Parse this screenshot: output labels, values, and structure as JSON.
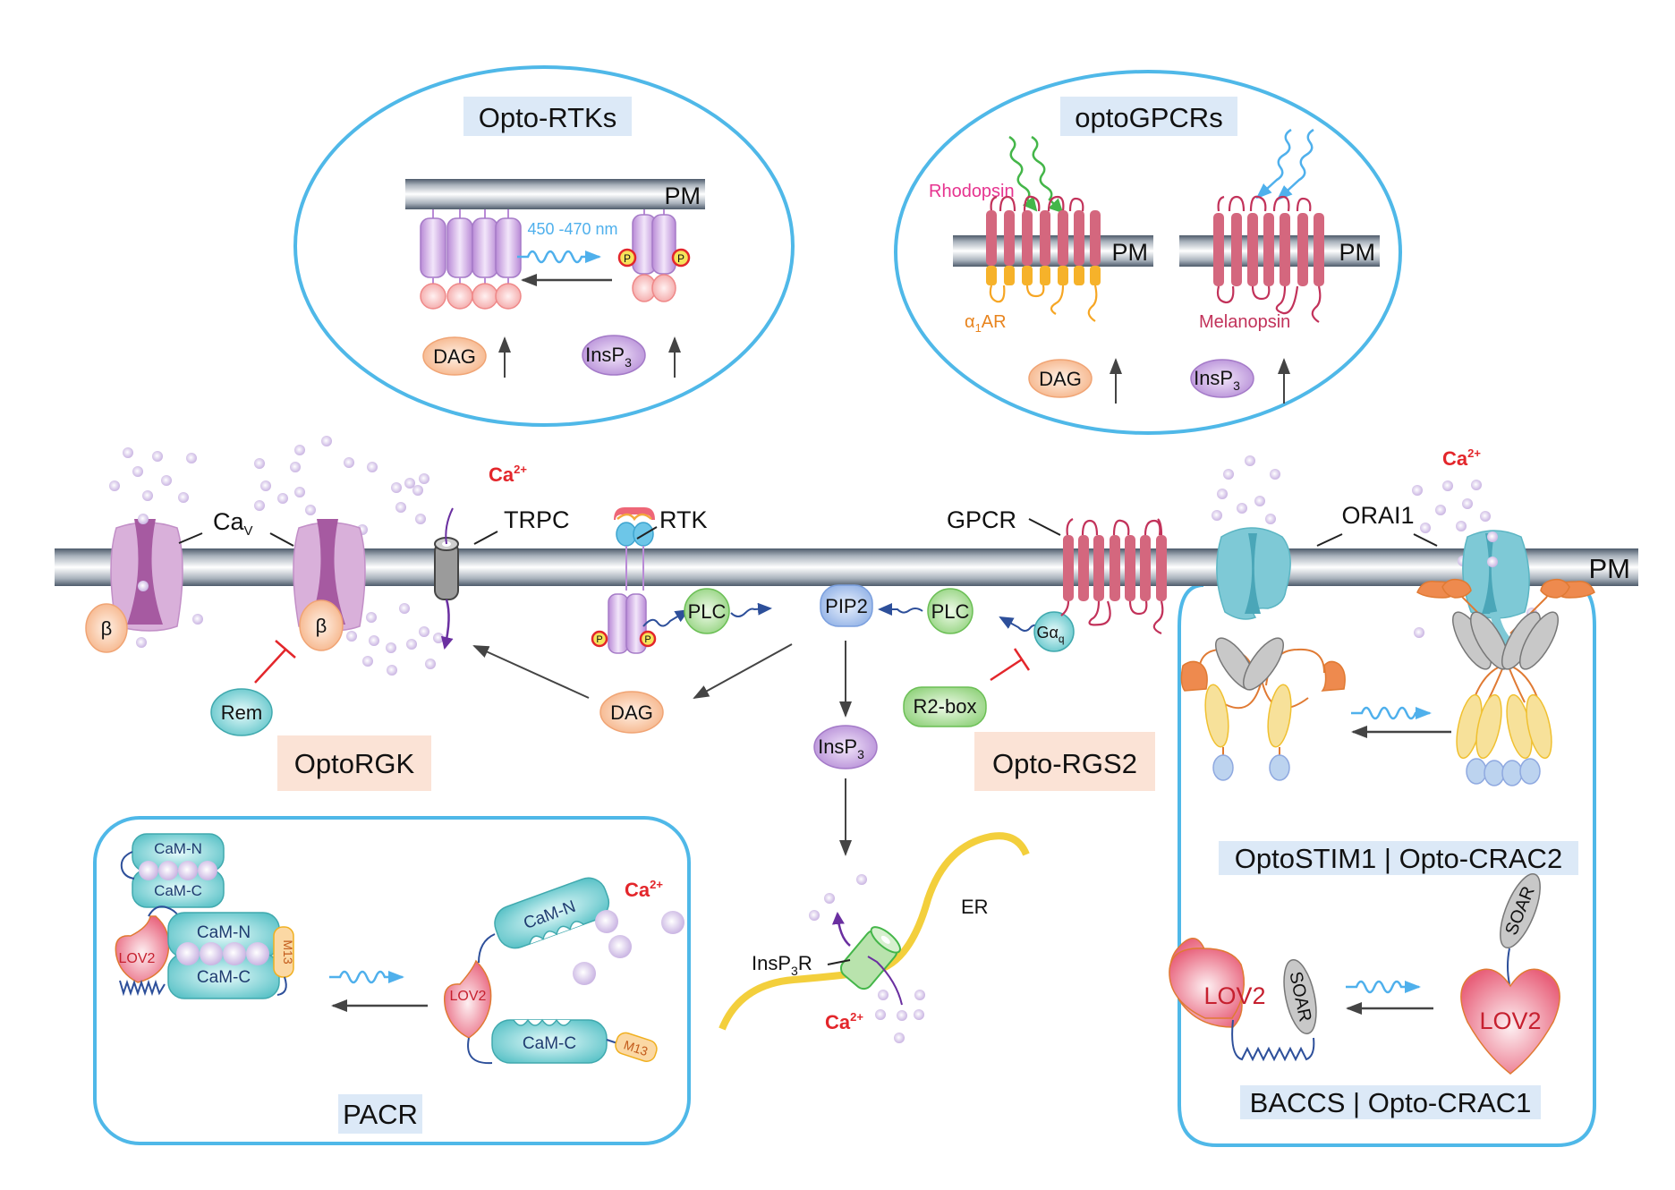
{
  "figure": {
    "panels": {
      "opto_rtks": {
        "title": "Opto-RTKs",
        "membrane_label": "PM",
        "light_label": "450 -470 nm",
        "phospho_label": "P",
        "outputs": [
          "DAG",
          "InsP",
          "3"
        ]
      },
      "opto_gpcrs": {
        "title": "optoGPCRs",
        "membrane_label": "PM",
        "rhodopsin_label": "Rhodopsin",
        "alpha_label": "α",
        "alpha_sub": "1",
        "alpha_rest": "AR",
        "melanopsin_label": "Melanopsin",
        "outputs": [
          "DAG",
          "InsP",
          "3"
        ]
      },
      "pacr": {
        "title": "PACR",
        "cam_n": "CaM-N",
        "cam_c": "CaM-C",
        "lov2": "LOV2",
        "m13": "M13",
        "ca_label": "Ca",
        "ca_charge": "2+"
      },
      "opto_stim1": {
        "title": "OptoSTIM1 | Opto-CRAC2"
      },
      "baccs": {
        "title": "BACCS | Opto-CRAC1",
        "lov2": "LOV2",
        "soar": "SOAR"
      }
    },
    "membrane": {
      "label": "PM",
      "cav_label": "Ca",
      "cav_sub": "V",
      "beta": "β",
      "trpc": "TRPC",
      "rtk": "RTK",
      "gpcr": "GPCR",
      "orai1": "ORAI1",
      "ca_label": "Ca",
      "ca_charge": "2+"
    },
    "signaling": {
      "plc": "PLC",
      "pip2": "PIP2",
      "dag": "DAG",
      "insp3": "InsP",
      "insp3_sub": "3",
      "gaq": "Gα",
      "gaq_sub": "q",
      "r2box": "R2-box",
      "rem": "Rem",
      "phospho": "P"
    },
    "tags": {
      "optorgk": "OptoRGK",
      "optorgs2": "Opto-RGS2"
    },
    "er": {
      "label": "ER",
      "receptor": "InsP",
      "receptor_sub": "3",
      "receptor_rest": "R",
      "ca_label": "Ca",
      "ca_charge": "2+"
    },
    "colors": {
      "panel_border": "#4fb8e8",
      "calcium": "#c9b3e0",
      "calcium_label": "#e3262b",
      "gpcr": "#d4677e",
      "orai": "#7ec9d6",
      "plc": "#8fd17a",
      "dag": "#f6b88a",
      "insp3": "#b98fd6",
      "lov2": "#e85a6e",
      "soar": "#c8c8c8",
      "stim_yellow": "#f7d46a",
      "er": "#f3cf3c"
    }
  }
}
